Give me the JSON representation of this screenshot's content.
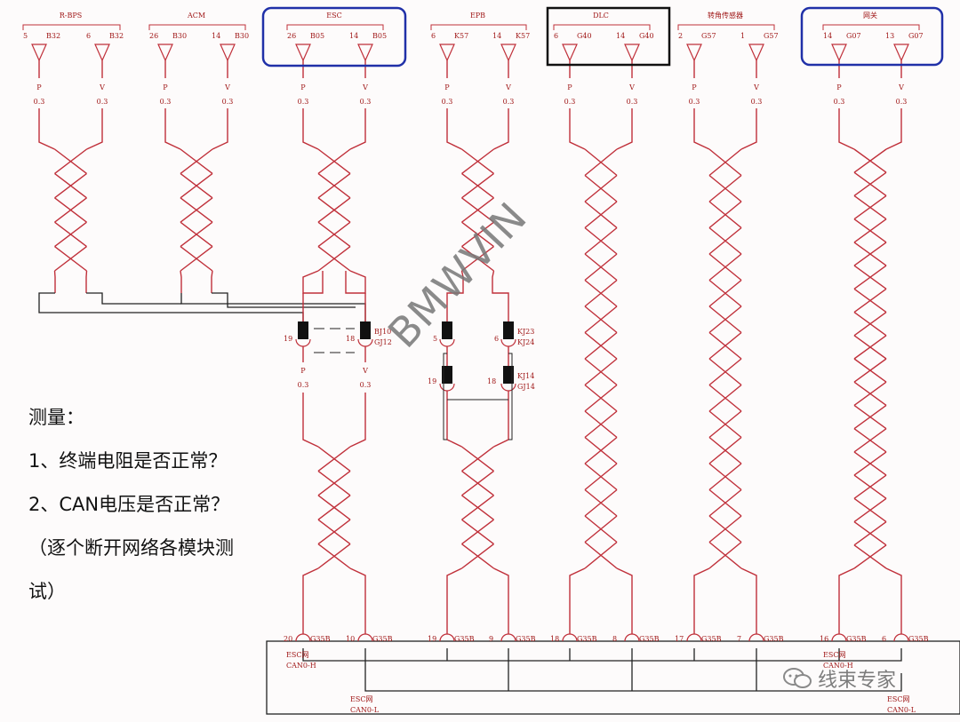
{
  "modules": [
    {
      "id": "rbps",
      "title": "R-BPS",
      "left": {
        "pin": "5",
        "conn": "B32"
      },
      "right": {
        "pin": "6",
        "conn": "B32"
      },
      "highlight": "none"
    },
    {
      "id": "acm",
      "title": "ACM",
      "left": {
        "pin": "26",
        "conn": "B30"
      },
      "right": {
        "pin": "14",
        "conn": "B30"
      },
      "highlight": "none"
    },
    {
      "id": "esc",
      "title": "ESC",
      "left": {
        "pin": "26",
        "conn": "B05"
      },
      "right": {
        "pin": "14",
        "conn": "B05"
      },
      "highlight": "blue"
    },
    {
      "id": "epb",
      "title": "EPB",
      "left": {
        "pin": "6",
        "conn": "K57"
      },
      "right": {
        "pin": "14",
        "conn": "K57"
      },
      "highlight": "none"
    },
    {
      "id": "dlc",
      "title": "DLC",
      "left": {
        "pin": "6",
        "conn": "G40"
      },
      "right": {
        "pin": "14",
        "conn": "G40"
      },
      "highlight": "black"
    },
    {
      "id": "sas",
      "title": "转角传感器",
      "left": {
        "pin": "2",
        "conn": "G57"
      },
      "right": {
        "pin": "1",
        "conn": "G57"
      },
      "highlight": "none"
    },
    {
      "id": "gw",
      "title": "网关",
      "left": {
        "pin": "14",
        "conn": "G07"
      },
      "right": {
        "pin": "13",
        "conn": "G07"
      },
      "highlight": "blue"
    }
  ],
  "wire": {
    "color_left": "P",
    "color_right": "V",
    "gauge": "0.3"
  },
  "esc_connector": {
    "left_pin": "19",
    "right_pin": "18",
    "right_labels": [
      "BJ10",
      "GJ12"
    ],
    "left_color": "P",
    "right_color": "V",
    "gauge": "0.3"
  },
  "epb_connector": {
    "upper_left_pin": "5",
    "upper_right_pin": "6",
    "upper_labels": [
      "KJ23",
      "KJ24"
    ],
    "lower_left_pin": "19",
    "lower_right_pin": "18",
    "lower_labels": [
      "KJ14",
      "GJ14"
    ]
  },
  "bottom_connector": {
    "pins": [
      {
        "pin": "20",
        "conn": "G35B"
      },
      {
        "pin": "10",
        "conn": "G35B"
      },
      {
        "pin": "19",
        "conn": "G35B"
      },
      {
        "pin": "9",
        "conn": "G35B"
      },
      {
        "pin": "18",
        "conn": "G35B"
      },
      {
        "pin": "8",
        "conn": "G35B"
      },
      {
        "pin": "17",
        "conn": "G35B"
      },
      {
        "pin": "7",
        "conn": "G35B"
      },
      {
        "pin": "16",
        "conn": "G35B"
      },
      {
        "pin": "6",
        "conn": "G35B"
      }
    ],
    "bus_high_label": [
      "ESC网",
      "CAN0-H"
    ],
    "bus_low_label": [
      "ESC网",
      "CAN0-L"
    ],
    "bus_high_label_right": [
      "ESC网",
      "CAN0-H"
    ],
    "bus_low_label_right": [
      "ESC网",
      "CAN0-L"
    ]
  },
  "notes": {
    "title": "测量：",
    "items": [
      "1、终端电阻是否正常？",
      "2、CAN电压是否正常？"
    ],
    "paren": [
      "（逐个断开网络各模块测",
      "试）"
    ]
  },
  "watermark": "BMWVIN",
  "brand": "线束专家",
  "colors": {
    "wire": "#c0303a",
    "label": "#a01818",
    "blue_box": "#2030a8",
    "black_box": "#111111",
    "line": "#222222"
  }
}
